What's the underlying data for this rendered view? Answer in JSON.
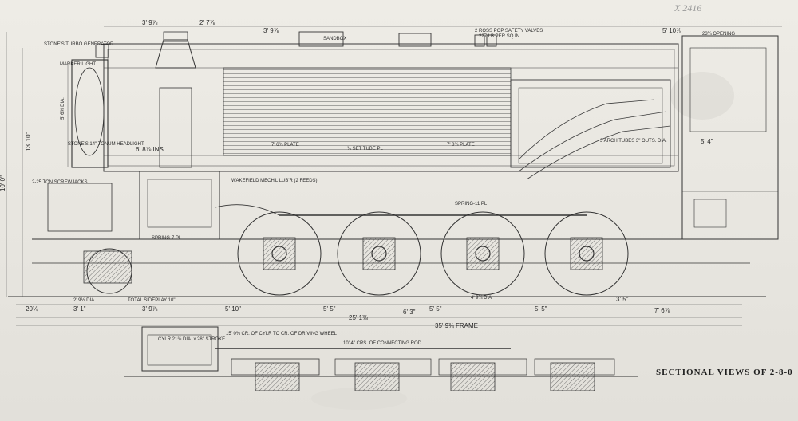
{
  "drawing": {
    "corner_mark": "X 2416",
    "caption": "SECTIONAL VIEWS OF 2-8-0",
    "annotations": {
      "sandbox": "SANDBOX",
      "pop_valves": "2 ROSS POP SAFETY VALVES",
      "pop_valves_pressure": "227 LB PER SQ IN",
      "turbo_generator": "STONE'S TURBO GENERATOR",
      "marker_light": "MARKER LIGHT",
      "headlight": "STONE'S 14\" TONUM HEADLIGHT",
      "screwjacks": "2-25 TON SCREWJACKS",
      "wakefield": "WAKEFIELD MECH'L LUB'R (2 FEEDS)",
      "spring_7pl": "SPRING-7 PL",
      "spring_11pl": "SPRING-11 PL",
      "arch_tubes": "3 ARCH TUBES 3\" OUTS. DIA.",
      "tube_plate": "7' 6¾ PLATE",
      "set_tube_plate": "¾ SET TUBE PL",
      "flue_plate": "7' 8¾ PLATE",
      "opening": "23¼ OPENING",
      "total_sideplay": "TOTAL SIDEPLAY 10\"",
      "frame": "35' 9¾ FRAME",
      "cylinder": "CYLR 21¾ DIA. x 28\" STROKE",
      "crank_note": "15' 0⅜ CR. OF CYLR TO CR. OF DRIVING WHEEL",
      "connecting_rod": "10' 4\" CRS. OF CONNECTING ROD",
      "wheel_dia": "4' 9¾ DIA",
      "pony_dia": "2' 9½ DIA"
    },
    "dimensions": {
      "d_top_1": "3' 9⅞",
      "d_top_2": "2' 7⅞",
      "d_top_3": "3' 9⅞",
      "d_top_4": "5' 10⅞",
      "d_base_1": "20¼",
      "d_base_2": "3' 1\"",
      "d_base_3": "3' 9⅞",
      "d_base_4": "5' 10\"",
      "d_base_5": "5' 5\"",
      "d_base_6": "5' 5\"",
      "d_base_7": "5' 5\"",
      "d_base_8": "3' 5\"",
      "d_base_9": "7' 6⅞",
      "d_overall_1": "25' 1⅜",
      "d_overall_2": "6' 3\"",
      "d_left_1": "10' 0\"",
      "d_left_2": "13' 10\"",
      "d_left_3": "5' 6⅝ DIA.",
      "d_inner_1": "6' 8⅞ INS.",
      "d_inner_2": "5' 4\""
    }
  }
}
